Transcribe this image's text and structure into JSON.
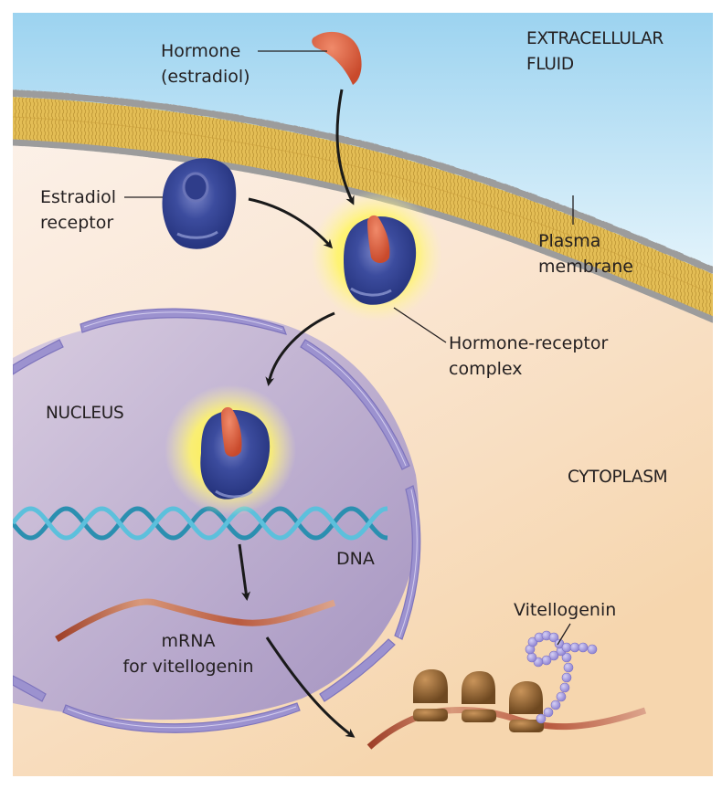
{
  "figure": {
    "regions": {
      "extracellular": "EXTRACELLULAR\nFLUID",
      "extracellular_line1": "EXTRACELLULAR",
      "extracellular_line2": "FLUID",
      "nucleus": "NUCLEUS",
      "cytoplasm": "CYTOPLASM"
    },
    "labels": {
      "hormone_line1": "Hormone",
      "hormone_line2": "(estradiol)",
      "receptor_line1": "Estradiol",
      "receptor_line2": "receptor",
      "membrane_line1": "Plasma",
      "membrane_line2": "membrane",
      "complex_line1": "Hormone-receptor",
      "complex_line2": "complex",
      "dna": "DNA",
      "mrna_line1": "mRNA",
      "mrna_line2": "for vitellogenin",
      "vitellogenin": "Vitellogenin"
    },
    "colors": {
      "extracellular_top": "#9fd4f0",
      "extracellular_bottom": "#e6f4fb",
      "cytoplasm_top": "#fbf1ea",
      "cytoplasm_bottom": "#f6d9b4",
      "membrane_head": "#9a9a9a",
      "membrane_tail": "#e0b84a",
      "nucleus_fill": "#c6b8d8",
      "nuclear_envelope": "#8f86c4",
      "receptor": "#2f3f8f",
      "hormone": "#d4583a",
      "glow": "#fff23a",
      "dna": "#3aa0c0",
      "mrna": "#b5563d",
      "ribosome": "#8b5a2b",
      "protein_bead": "#a59be0"
    }
  }
}
